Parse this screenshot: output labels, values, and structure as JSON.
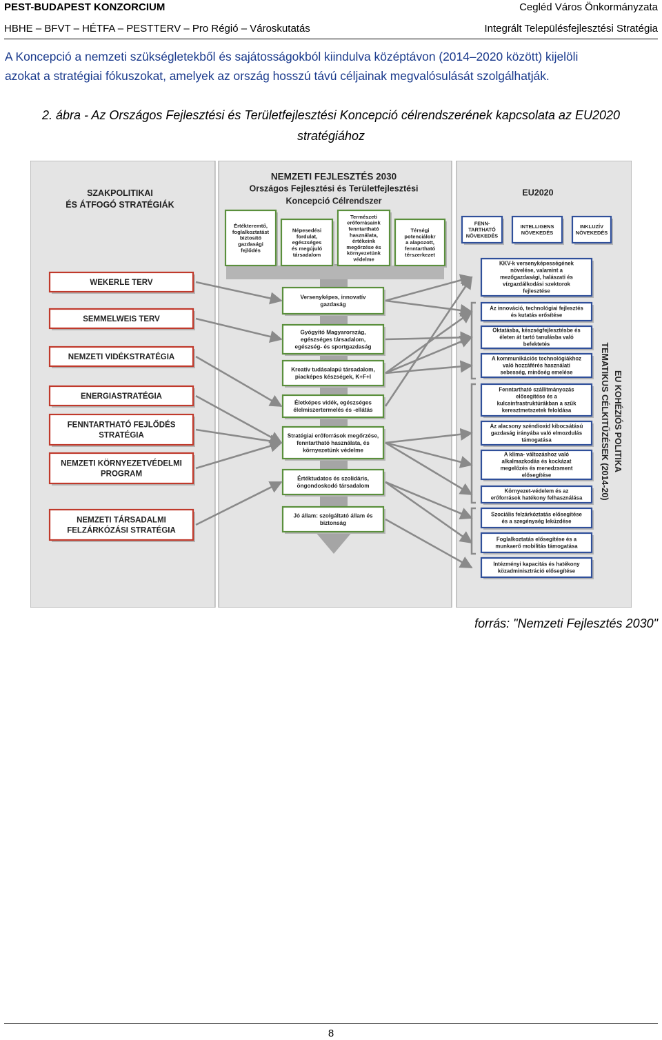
{
  "header": {
    "org": "PEST-BUDAPEST KONZORCIUM",
    "municipality": "Cegléd Város Önkormányzata",
    "partners": "HBHE – BFVT – HÉTFA – PESTTERV – Pro Régió – Városkutatás",
    "doc_title": "Integrált Településfejlesztési Stratégia"
  },
  "body": {
    "line1": "A Koncepció a nemzeti szükségletekből és sajátosságokból kiindulva középtávon (2014–2020 között) kijelöli",
    "line2": "azokat a stratégiai fókuszokat, amelyek az ország hosszú távú céljainak megvalósulását szolgálhatják."
  },
  "caption": {
    "line1": "2. ábra - Az Országos Fejlesztési és Területfejlesztési Koncepció célrendszerének kapcsolata az EU2020",
    "line2": "stratégiához"
  },
  "diagram": {
    "left": {
      "title1": "SZAKPOLITIKAI",
      "title2": "ÉS ÁTFOGÓ STRATÉGIÁK",
      "items": [
        [
          "WEKERLE TERV"
        ],
        [
          "SEMMELWEIS TERV"
        ],
        [
          "NEMZETI VIDÉKSTRATÉGIA"
        ],
        [
          "ENERGIASTRATÉGIA"
        ],
        [
          "FENNTARTHATÓ FEJLŐDÉS",
          "STRATÉGIA"
        ],
        [
          "NEMZETI KÖRNYEZETVÉDELMI",
          "PROGRAM"
        ],
        [
          "NEMZETI TÁRSADALMI",
          "FELZÁRKÓZÁSI STRATÉGIA"
        ]
      ]
    },
    "middle": {
      "title1": "NEMZETI FEJLESZTÉS 2030",
      "title2": "Országos Fejlesztési  és Területfejlesztési",
      "title3": "Koncepció Célrendszer",
      "top": [
        [
          "Értékteremtő,",
          "foglalkoztatást",
          "biztosító",
          "gazdasági",
          "fejlődés"
        ],
        [
          "Népesedési",
          "fordulat,",
          "egészséges",
          "és megújuló",
          "társadalom"
        ],
        [
          "Természeti",
          "erőforrásaink",
          "fenntartható",
          "használata,",
          "értékeink",
          "megőrzése és",
          "környezetünk",
          "védelme"
        ],
        [
          "Térségi",
          "potenciálokr",
          "a alapozott,",
          "fenntartható",
          "térszerkezet"
        ]
      ],
      "items": [
        [
          "Versenyképes, innovatív",
          "gazdaság"
        ],
        [
          "Gyógyító Magyarország,",
          "egészséges társadalom,",
          "egészség- és sportgazdaság"
        ],
        [
          "Kreatív tudásalapú társadalom,",
          "piacképes készségek, K+F+I"
        ],
        [
          "Életképes vidék, egészséges",
          "élelmiszertermelés és -ellátás"
        ],
        [
          "Stratégiai erőforrások megőrzése,",
          "fenntartható használata, és",
          "környezetünk védelme"
        ],
        [
          "Értéktudatos és szolidáris,",
          "öngondoskodó társadalom"
        ],
        [
          "Jó állam:  szolgáltató állam és",
          "biztonság"
        ]
      ]
    },
    "right": {
      "title": "EU2020",
      "top": [
        [
          "FENN-",
          "TARTHATÓ",
          "NÖVEKEDÉS"
        ],
        [
          "INTELLIGENS",
          "NÖVEKEDÉS"
        ],
        [
          "INKLUZÍV",
          "NÖVEKEDÉS"
        ]
      ],
      "items": [
        [
          "KKV-k versenyképességének",
          "növelése, valamint a",
          "mezőgazdasági, halászati és",
          "vízgazdálkodási szektorok",
          "fejlesztése"
        ],
        [
          "Az innováció, technológiai fejlesztés",
          "és kutatás erősítése"
        ],
        [
          "Oktatásba, készségfejlesztésbe és",
          "életen át tartó tanulásba való",
          "befektetés"
        ],
        [
          "A kommunikációs technológiákhoz",
          "való hozzáférés használati",
          "sebesség, minőség emelése"
        ],
        [
          "Fenntartható szállítmányozás",
          "elősegítése és a",
          "kulcsinfrastruktúrákban a szűk",
          "keresztmetszetek feloldása"
        ],
        [
          "Az alacsony széndioxid kibocsátású",
          "gazdaság irányába való elmozdulás",
          "támogatása"
        ],
        [
          "A klíma- változáshoz való",
          "alkalmazkodás és kockázat",
          "megelőzés és menedzsment",
          "elősegítése"
        ],
        [
          "Környezet-védelem és az",
          "erőforrások hatékony felhasználása"
        ],
        [
          "Szociális felzárkóztatás elősegítése",
          "és a szegénység leküzdése"
        ],
        [
          "Foglalkoztatás elősegítése és a",
          "munkaerő mobilitás támogatása"
        ],
        [
          "Intézményi kapacitás és hatékony",
          "közadminisztráció elősegítése"
        ]
      ],
      "vertical1": "EU KOHÉZIÓS POLITIKA",
      "vertical2": "TEMATIKUS CÉLKITŰZÉSEK  (2014-20)"
    }
  },
  "source": "forrás: \"Nemzeti Fejlesztés 2030\"",
  "page_number": "8",
  "colors": {
    "red": "#c0392b",
    "green": "#5a8f3c",
    "blue": "#2f4f9a",
    "panel": "#e4e4e4",
    "arrow": "#8a8a8a"
  }
}
